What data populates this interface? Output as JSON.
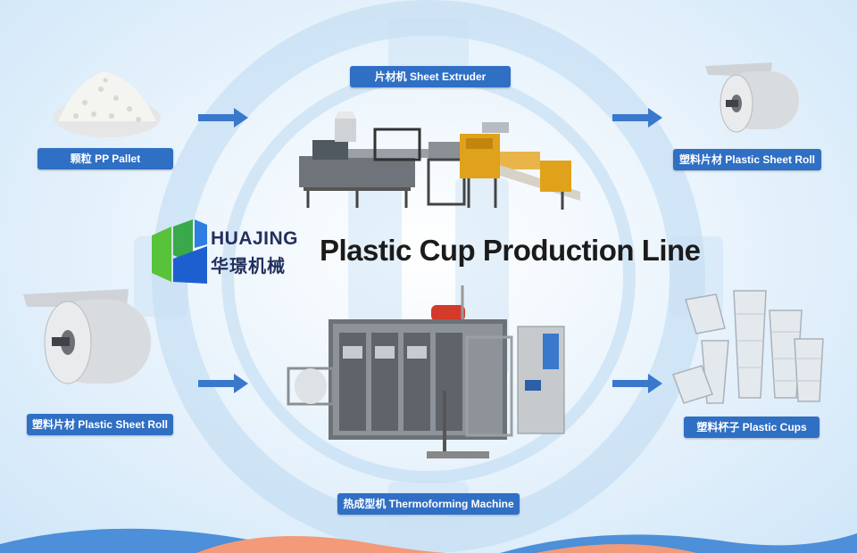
{
  "title": "Plastic Cup Production Line",
  "logo": {
    "name_en": "HUAJING",
    "name_cn": "华璟机械"
  },
  "labels": {
    "pp_pallet": "颗粒 PP Pallet",
    "sheet_extruder": "片材机 Sheet Extruder",
    "sheet_roll_top": "塑料片材 Plastic Sheet Roll",
    "sheet_roll_bottom": "塑料片材 Plastic Sheet Roll",
    "thermoforming": "热成型机 Thermoforming Machine",
    "plastic_cups": "塑料杯子 Plastic Cups"
  },
  "colors": {
    "label_bg": "#2f6fc4",
    "arrow": "#3a78cc",
    "logo_green": "#58c23a",
    "logo_blue": "#1e5fd0"
  },
  "icons": [
    "pellet-pile-icon",
    "sheet-extruder-machine-icon",
    "sheet-roll-icon",
    "thermoforming-machine-icon",
    "plastic-cups-icon",
    "arrow-right-icon"
  ]
}
